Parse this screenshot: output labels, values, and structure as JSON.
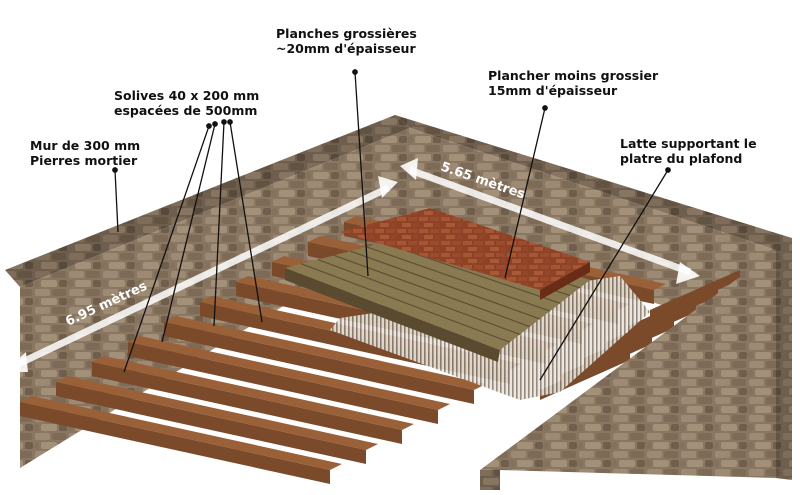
{
  "labels": {
    "wall": {
      "line1": "Mur de 300 mm",
      "line2": "Pierres mortier"
    },
    "joists": {
      "line1": "Solives 40 x 200 mm",
      "line2": "espacées de 500mm"
    },
    "rough_planks": {
      "line1": "Planches grossières",
      "line2": "~20mm d'épaisseur"
    },
    "finer_floor": {
      "line1": "Plancher  moins grossier",
      "line2": "15mm d'épaisseur"
    },
    "lath": {
      "line1": "Latte supportant le",
      "line2": "platre du plafond"
    }
  },
  "dimensions": {
    "length": "6.95 mètres",
    "width": "5.65 mètres"
  },
  "colors": {
    "stone": "#8a7762",
    "stone_dark": "#5e4f40",
    "joist": "#7a4a2a",
    "rough_plank": "#8a7a52",
    "finer_floor": "#9a4a2c",
    "arrow": "#ffffff"
  }
}
